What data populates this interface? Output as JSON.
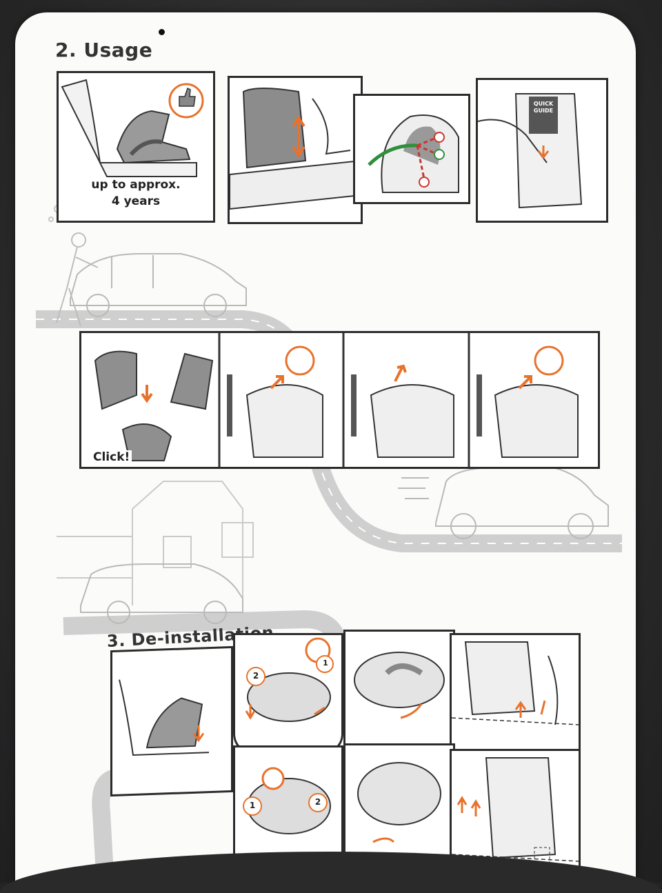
{
  "headings": {
    "usage": "2. Usage",
    "deinstallation": "3. De-installation"
  },
  "usage_panel": {
    "age_line1": "up to approx.",
    "age_line2": "4 years"
  },
  "quick_guide_label": "QUICK GUIDE",
  "buckle_label": "Click!",
  "step_numbers": {
    "one": "1",
    "two": "2"
  },
  "colors": {
    "accent_orange": "#e8722c",
    "ok_green": "#2f8f3a",
    "error_red": "#c8362f",
    "road_gray": "#c9c9c9",
    "illustration_gray": "#8a8a8a"
  },
  "icons": [
    "thumbs-up-icon",
    "up-down-arrow-icon",
    "check-icon",
    "cross-icon",
    "orange-arrow-icon"
  ]
}
